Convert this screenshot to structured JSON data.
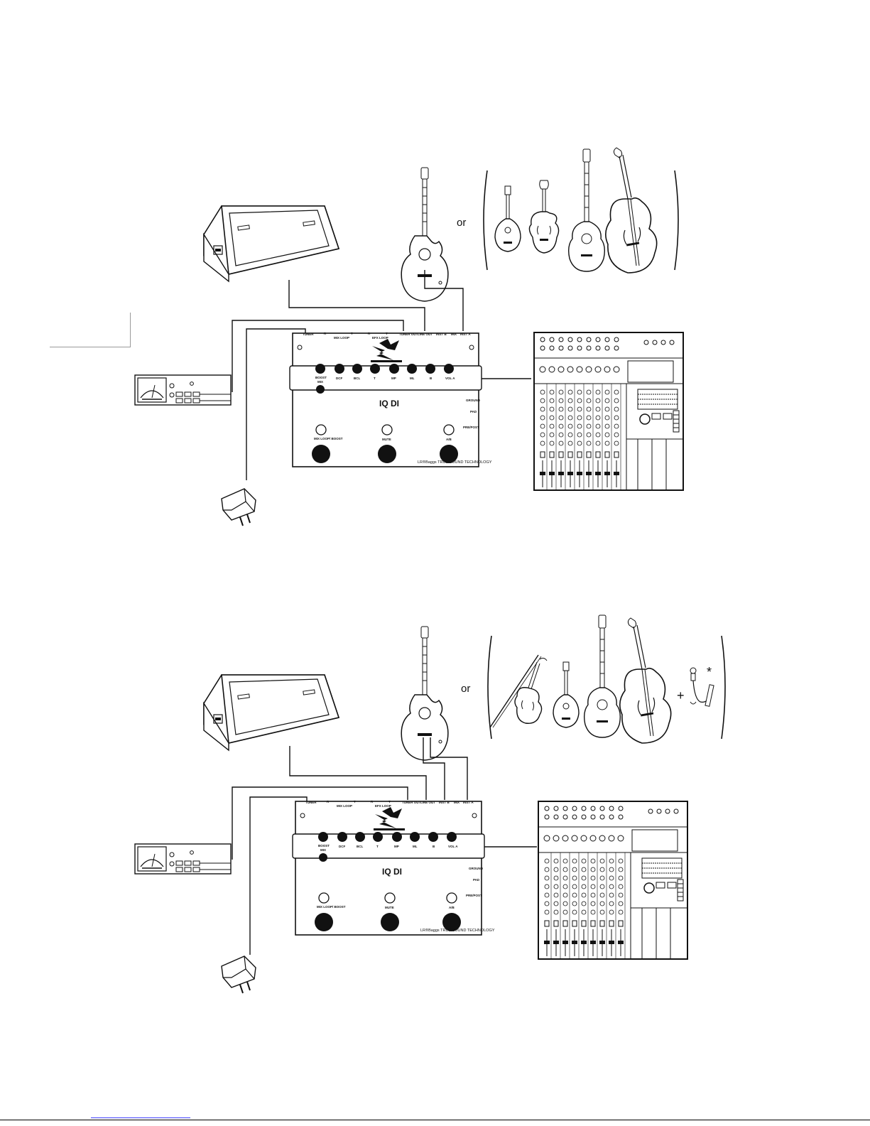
{
  "diagrams": [
    {
      "or_label": "or",
      "unit": {
        "title": "IQ DI",
        "brand": "LR®Baggs TRUE SOUND TECHNOLOGY",
        "top_jacks": [
          "TUNER",
          "R",
          "MIX LOOP",
          "T",
          "R",
          "EFX LOOP",
          "T",
          "TUNER OUT",
          "LINE OUT",
          "INST B",
          "MIX",
          "INST A"
        ],
        "knobs": [
          "BOOST",
          "DCF",
          "BCL",
          "T",
          "MP",
          "ML",
          "B",
          "VOL A"
        ],
        "blend_knob": "MIX",
        "side_labels": [
          "GROUND",
          "PAD",
          "PRE/POST"
        ],
        "footswitches": [
          "MIX LOOP/ BOOST",
          "MUTE",
          "A/B"
        ]
      }
    },
    {
      "or_label": "or",
      "plus": "+",
      "asterisk": "*",
      "unit": {
        "title": "IQ DI",
        "brand": "LR®Baggs TRUE SOUND TECHNOLOGY",
        "top_jacks": [
          "TUNER",
          "R",
          "MIX LOOP",
          "T",
          "R",
          "EFX LOOP",
          "T",
          "TUNER OUT",
          "LINE OUT",
          "INST B",
          "MIX",
          "INST A"
        ],
        "knobs": [
          "BOOST",
          "DCF",
          "BCL",
          "T",
          "MP",
          "ML",
          "B",
          "VOL A"
        ],
        "blend_knob": "MIX",
        "side_labels": [
          "GROUND",
          "PAD",
          "PRE/POST"
        ],
        "footswitches": [
          "MIX LOOP/ BOOST",
          "MUTE",
          "A/B"
        ]
      }
    }
  ],
  "colors": {
    "line": "#111111",
    "fill_dark": "#111111",
    "link": "#3a3aff"
  }
}
